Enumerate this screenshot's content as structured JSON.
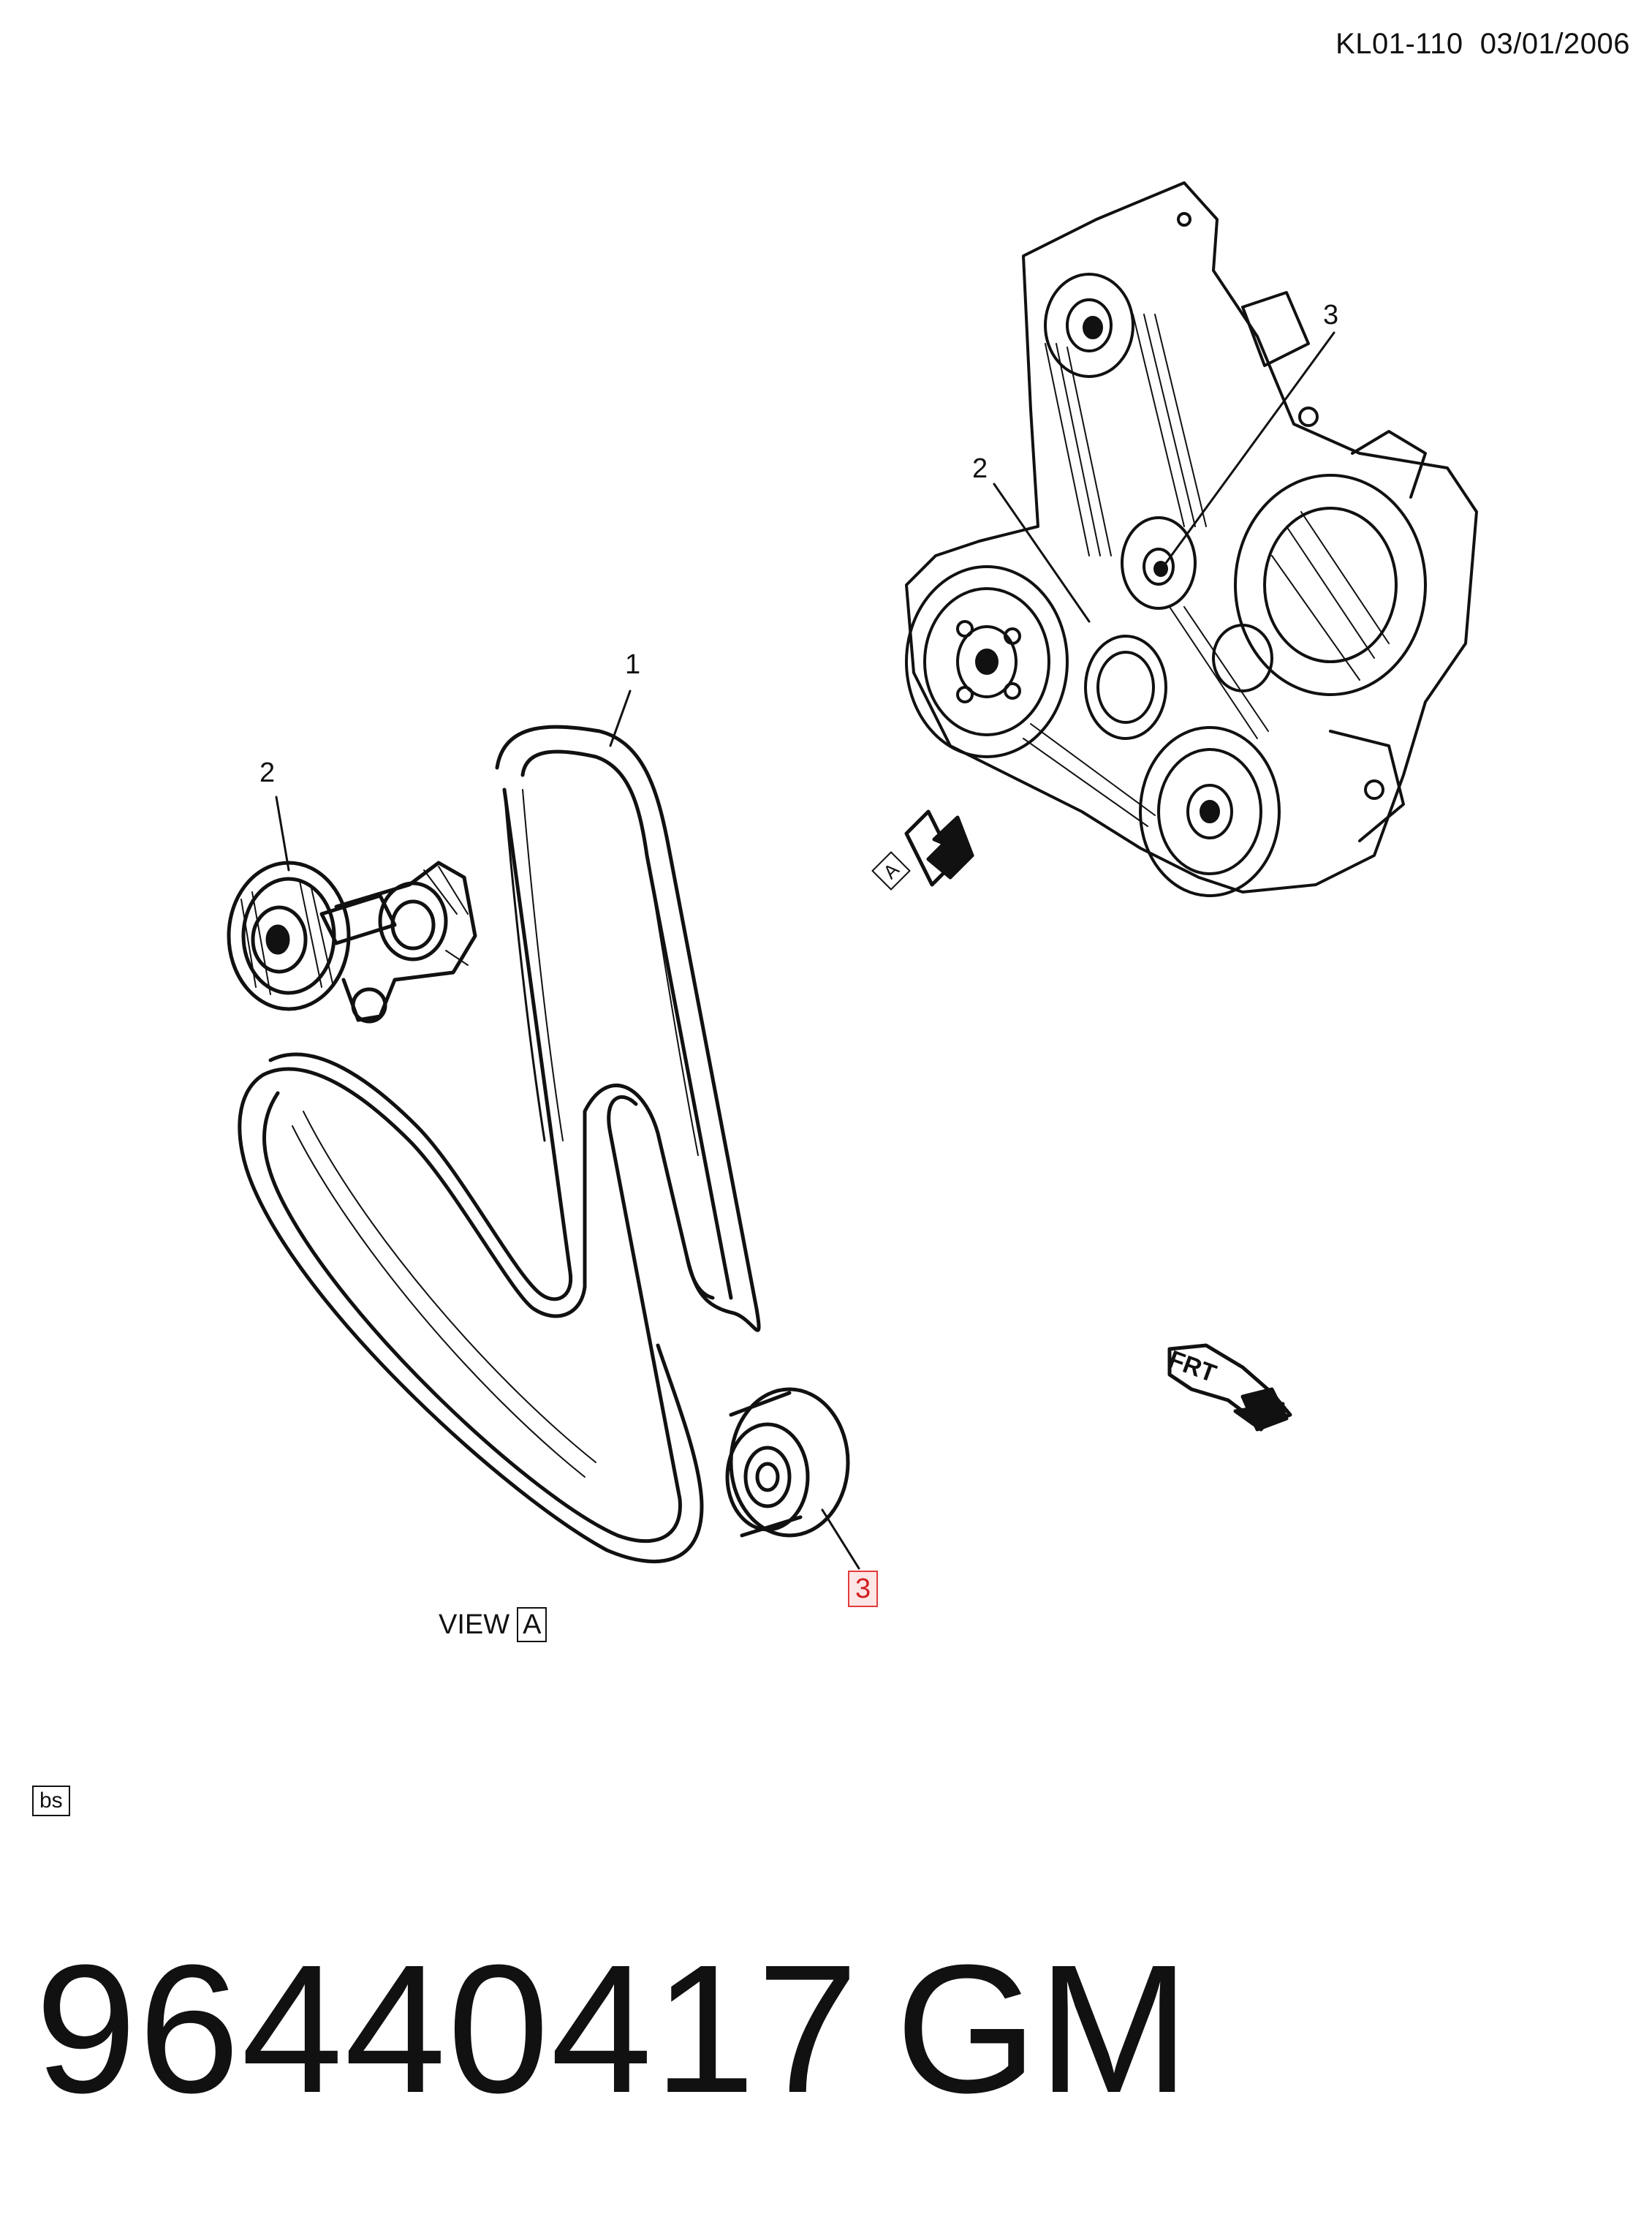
{
  "header": {
    "code": "KL01-110  03/01/2006"
  },
  "callouts": {
    "belt": "1",
    "tensioner_left": "2",
    "tensioner_engine": "2",
    "idler_engine": "3",
    "idler_view": "3"
  },
  "view_label": {
    "prefix": "VIEW",
    "letter": "A"
  },
  "view_arrow_letter": "A",
  "front_arrow_text": "FRT",
  "bs_label": "bs",
  "footer": {
    "part_number": "96440417",
    "brand": "GM"
  }
}
